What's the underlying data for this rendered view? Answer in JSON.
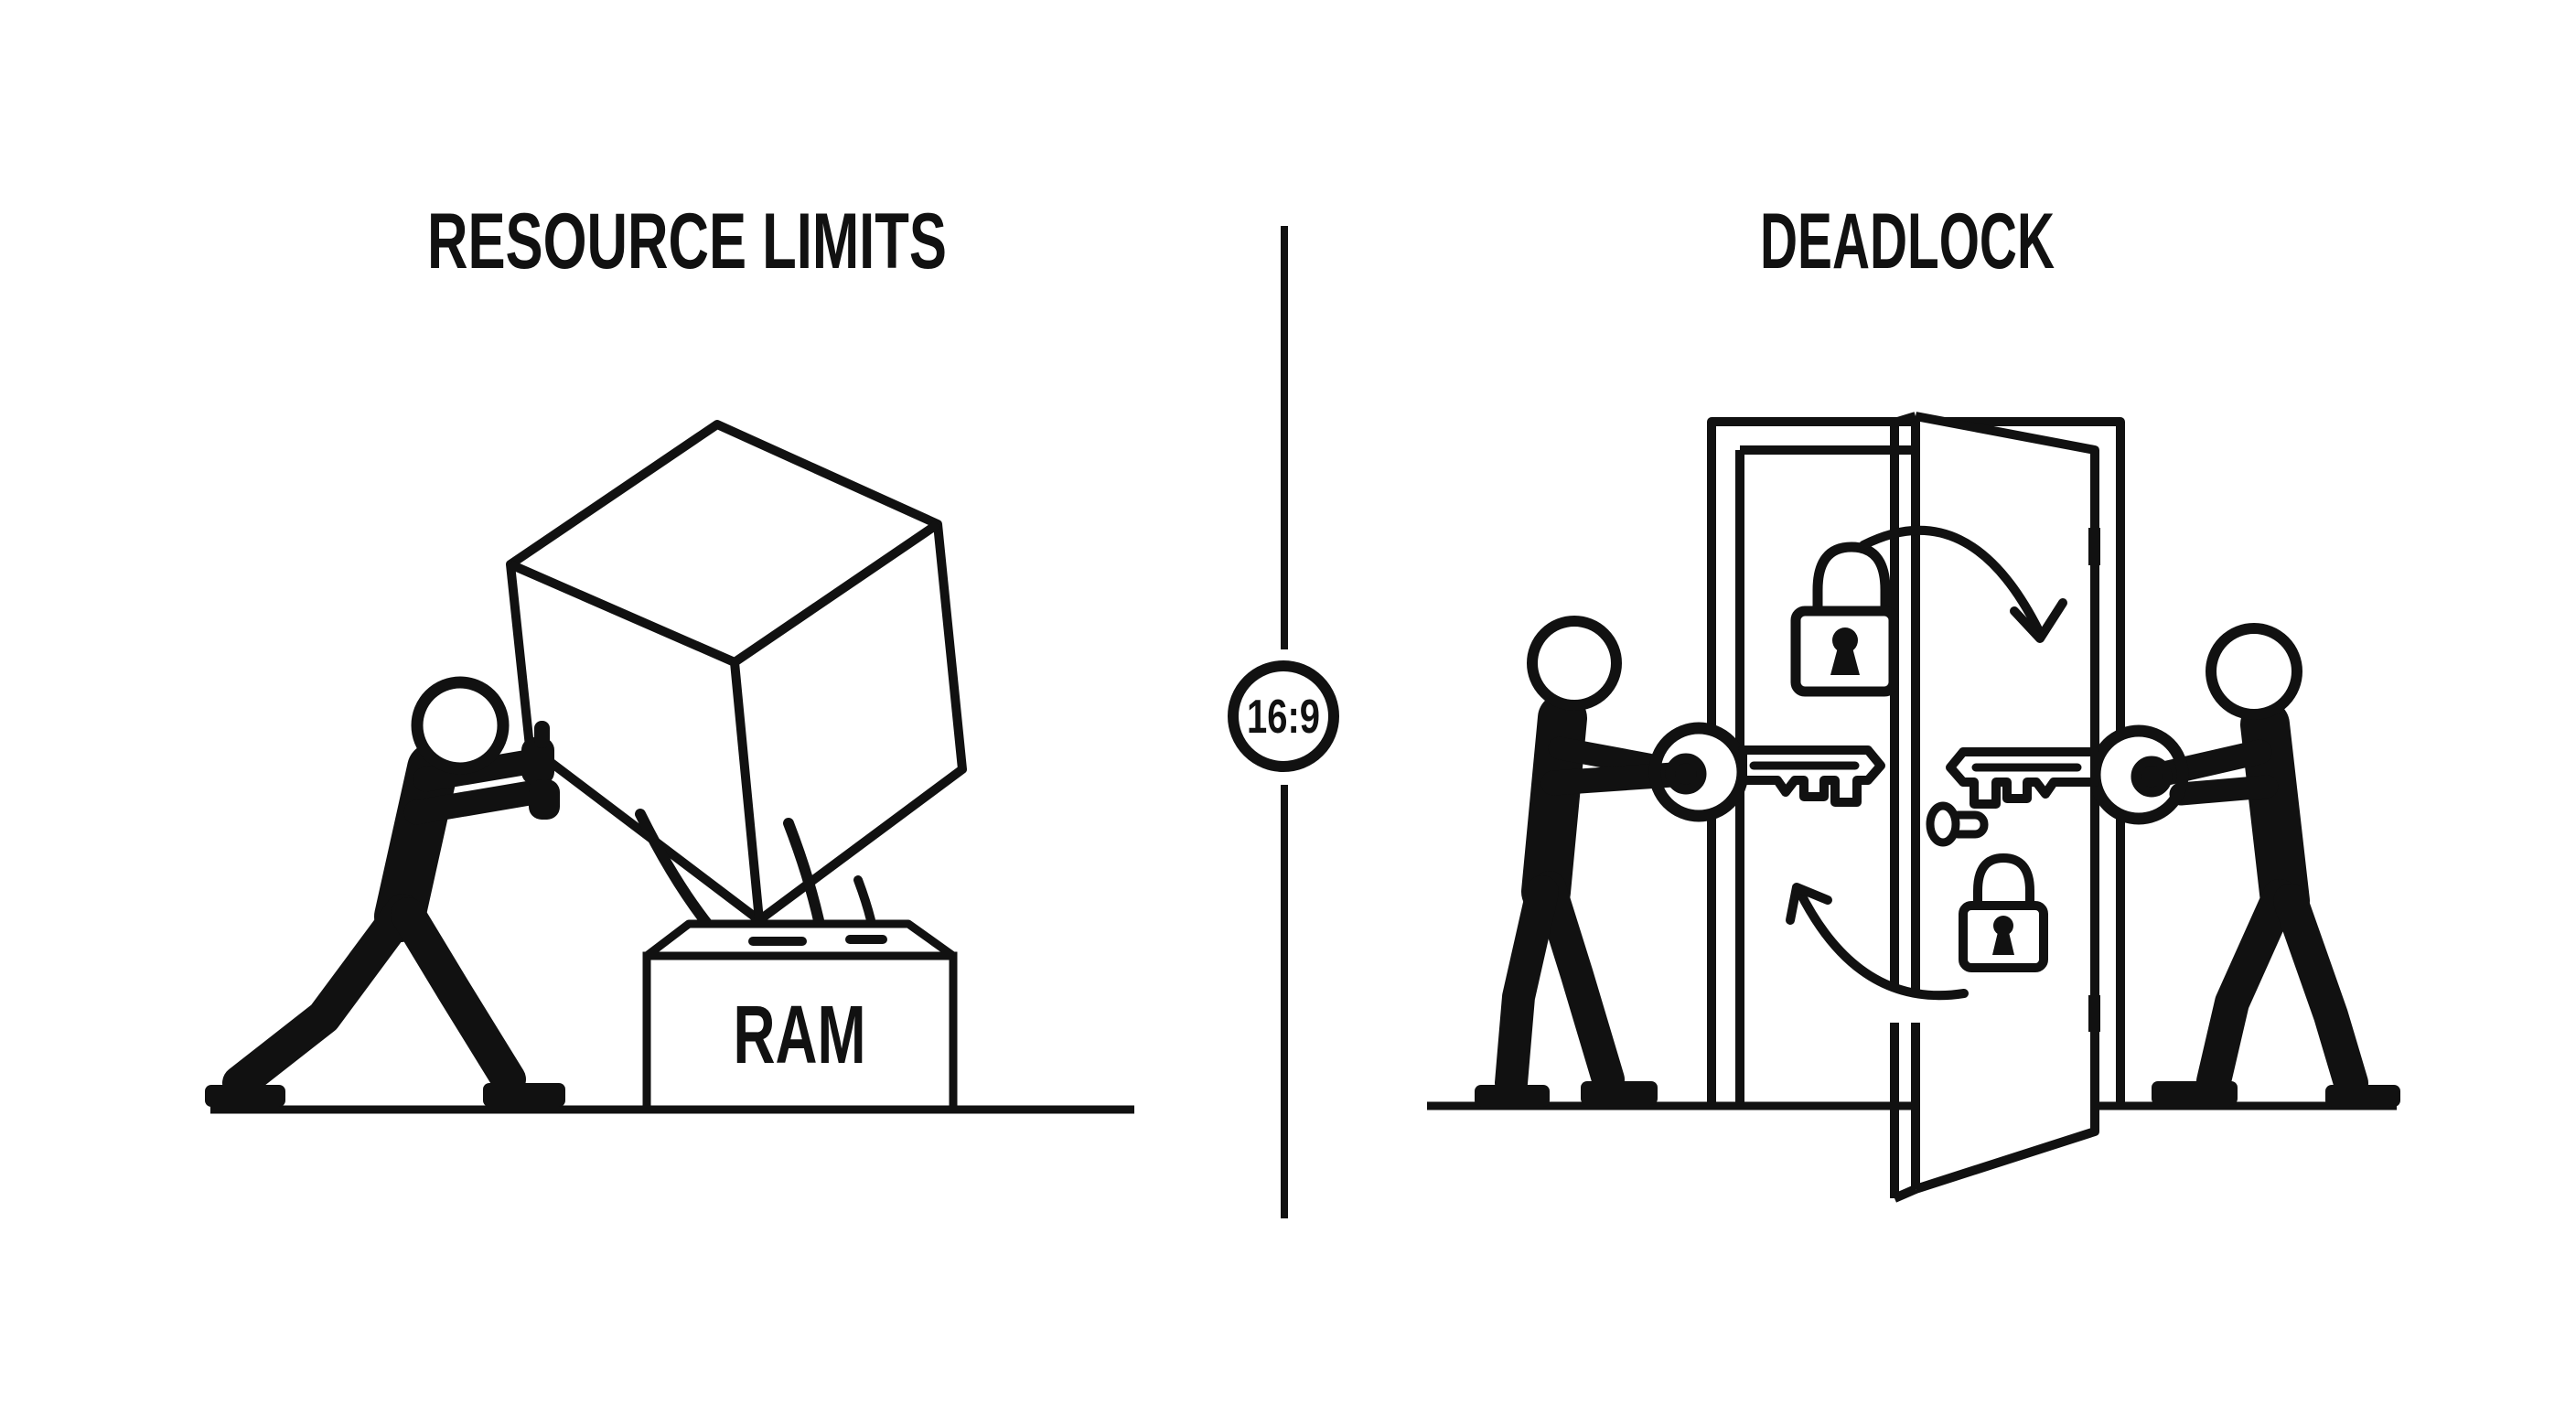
{
  "page": {
    "background_color": "#ffffff",
    "ink_color": "#111111"
  },
  "left_panel": {
    "title": "RESOURCE LIMITS",
    "box_label": "RAM"
  },
  "right_panel": {
    "title": "DEADLOCK"
  },
  "divider": {
    "badge_text": "16:9"
  }
}
